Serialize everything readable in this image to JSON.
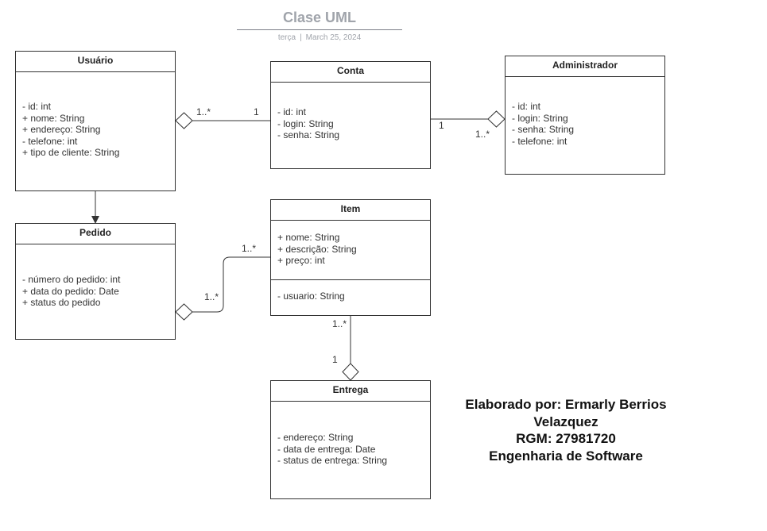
{
  "header": {
    "title": "Clase UML",
    "day": "terça",
    "separator": "|",
    "date": "March 25, 2024"
  },
  "classes": {
    "usuario": {
      "name": "Usuário",
      "attributes": [
        "- id: int",
        "+ nome: String",
        "+ endereço: String",
        "- telefone: int",
        "+ tipo de cliente: String"
      ]
    },
    "conta": {
      "name": "Conta",
      "attributes": [
        "- id: int",
        "- login: String",
        "- senha: String"
      ]
    },
    "administrador": {
      "name": "Administrador",
      "attributes": [
        "- id: int",
        "- login: String",
        "- senha: String",
        "- telefone: int"
      ]
    },
    "pedido": {
      "name": "Pedido",
      "attributes": [
        "- número do pedido: int",
        "+ data do pedido: Date",
        "+ status do pedido"
      ]
    },
    "item": {
      "name": "Item",
      "attributes": [
        "+ nome: String",
        "+ descrição: String",
        "+ preço: int"
      ],
      "attributes2": [
        "- usuario: String"
      ]
    },
    "entrega": {
      "name": "Entrega",
      "attributes": [
        "- endereço: String",
        "- data de entrega: Date",
        "- status de entrega: String"
      ]
    }
  },
  "multiplicities": {
    "usuario_conta_usuario_side": "1..*",
    "usuario_conta_conta_side": "1",
    "conta_admin_conta_side": "1",
    "conta_admin_admin_side": "1..*",
    "pedido_item_item_side": "1..*",
    "pedido_item_pedido_side": "1..*",
    "item_entrega_item_side": "1..*",
    "item_entrega_entrega_side": "1"
  },
  "author": {
    "line1": "Elaborado por: Ermarly Berrios",
    "line2": "Velazquez",
    "line3": "RGM: 27981720",
    "line4": "Engenharia de Software"
  }
}
